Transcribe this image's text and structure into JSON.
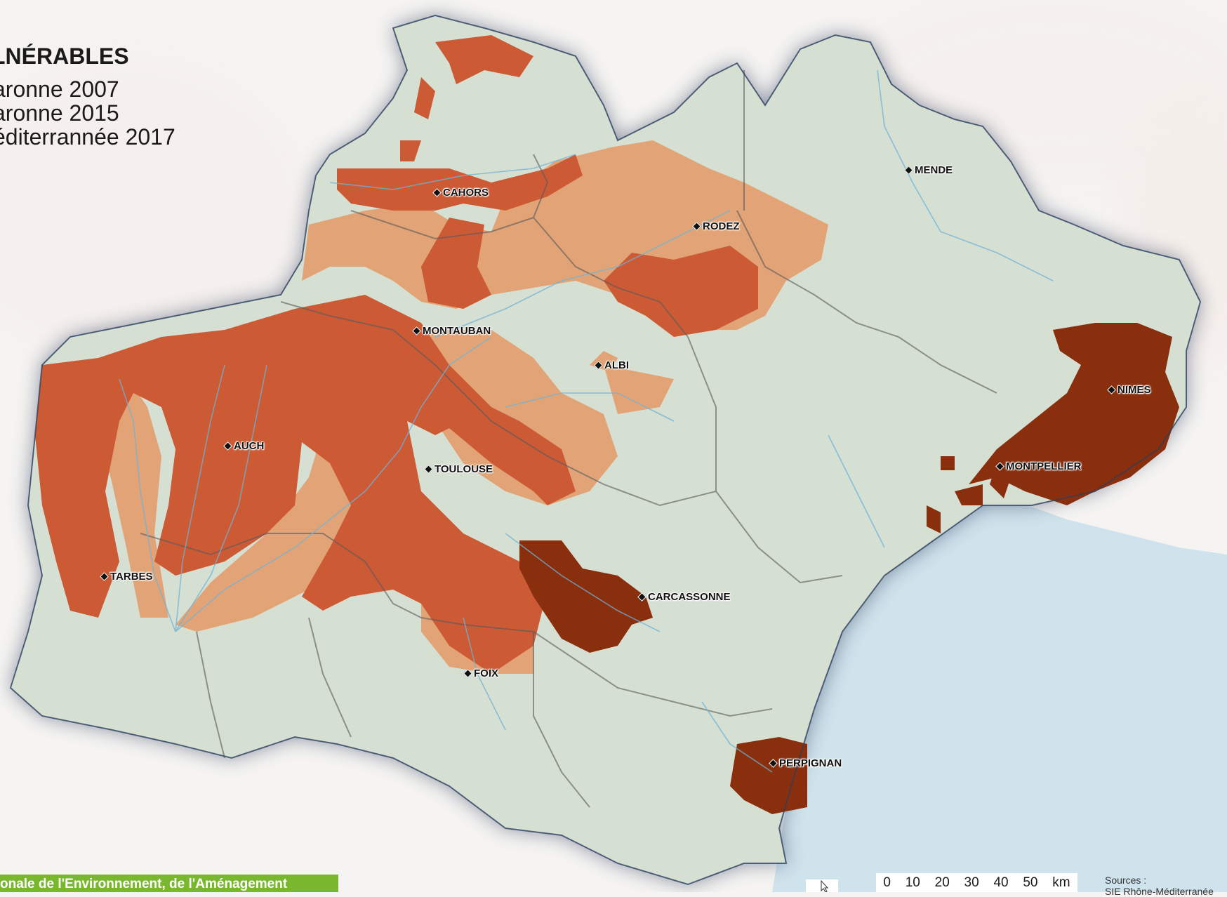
{
  "legend": {
    "title": "LNÉRABLES",
    "items": [
      {
        "label": "aronne 2007",
        "color": "#e2a476"
      },
      {
        "label": "aronne 2015",
        "color": "#cc5a35"
      },
      {
        "label": "éditerrannée 2017",
        "color": "#8a2f0e"
      }
    ]
  },
  "cities": [
    {
      "id": "cahors",
      "name": "CAHORS"
    },
    {
      "id": "rodez",
      "name": "RODEZ"
    },
    {
      "id": "mende",
      "name": "MENDE"
    },
    {
      "id": "montauban",
      "name": "MONTAUBAN"
    },
    {
      "id": "albi",
      "name": "ALBI"
    },
    {
      "id": "nimes",
      "name": "NIMES"
    },
    {
      "id": "auch",
      "name": "AUCH"
    },
    {
      "id": "toulouse",
      "name": "TOULOUSE"
    },
    {
      "id": "montpellier",
      "name": "MONTPELLIER"
    },
    {
      "id": "tarbes",
      "name": "TARBES"
    },
    {
      "id": "carcassonne",
      "name": "CARCASSONNE"
    },
    {
      "id": "foix",
      "name": "FOIX"
    },
    {
      "id": "perpignan",
      "name": "PERPIGNAN"
    }
  ],
  "footer": {
    "agency": "onale de l'Environnement, de l'Aménagement"
  },
  "scale": {
    "ticks": [
      "0",
      "10",
      "20",
      "30",
      "40",
      "50"
    ],
    "unit": "km"
  },
  "sources": {
    "label": "Sources :",
    "line2": "SIE Rhône-Méditerranée"
  },
  "colors": {
    "background": "#f6f4f2",
    "region": "#d5dfd2",
    "sea": "#cfe3ec",
    "border": "#2c3e5c",
    "adour_garonne_2007": "#e2a476",
    "adour_garonne_2015": "#cc5a35",
    "rhone_med_2017": "#8a2f0e"
  }
}
